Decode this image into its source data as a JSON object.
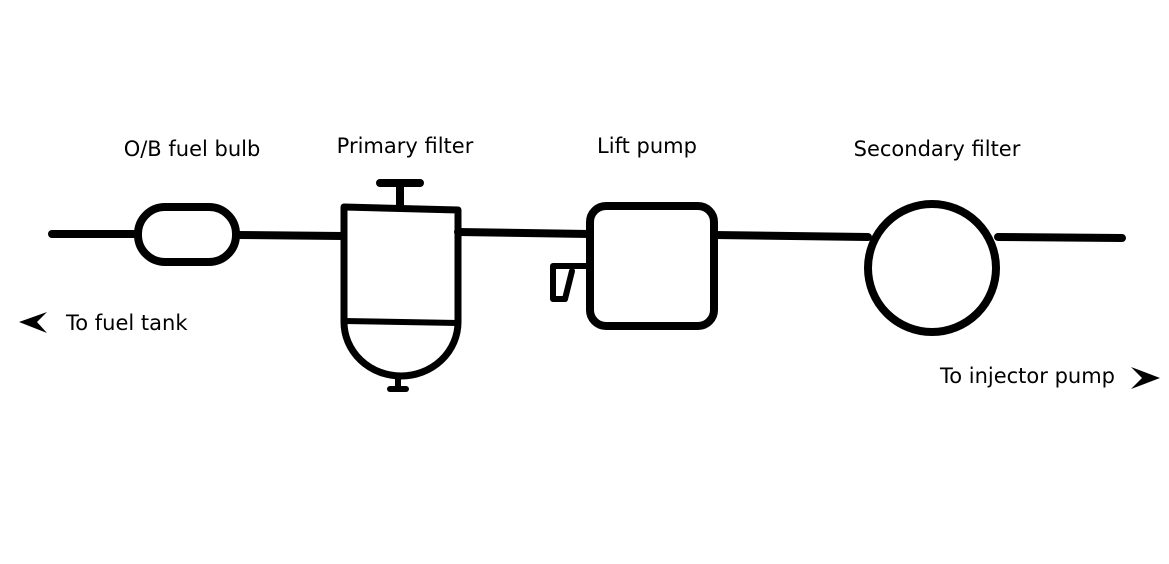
{
  "components": {
    "bulb": "O/B fuel bulb",
    "primary_filter": "Primary filter",
    "lift_pump": "Lift pump",
    "secondary_filter": "Secondary filter"
  },
  "directions": {
    "to_tank": "To fuel tank",
    "to_injector": "To injector pump"
  },
  "colors": {
    "line": "#000000",
    "background": "#ffffff"
  }
}
